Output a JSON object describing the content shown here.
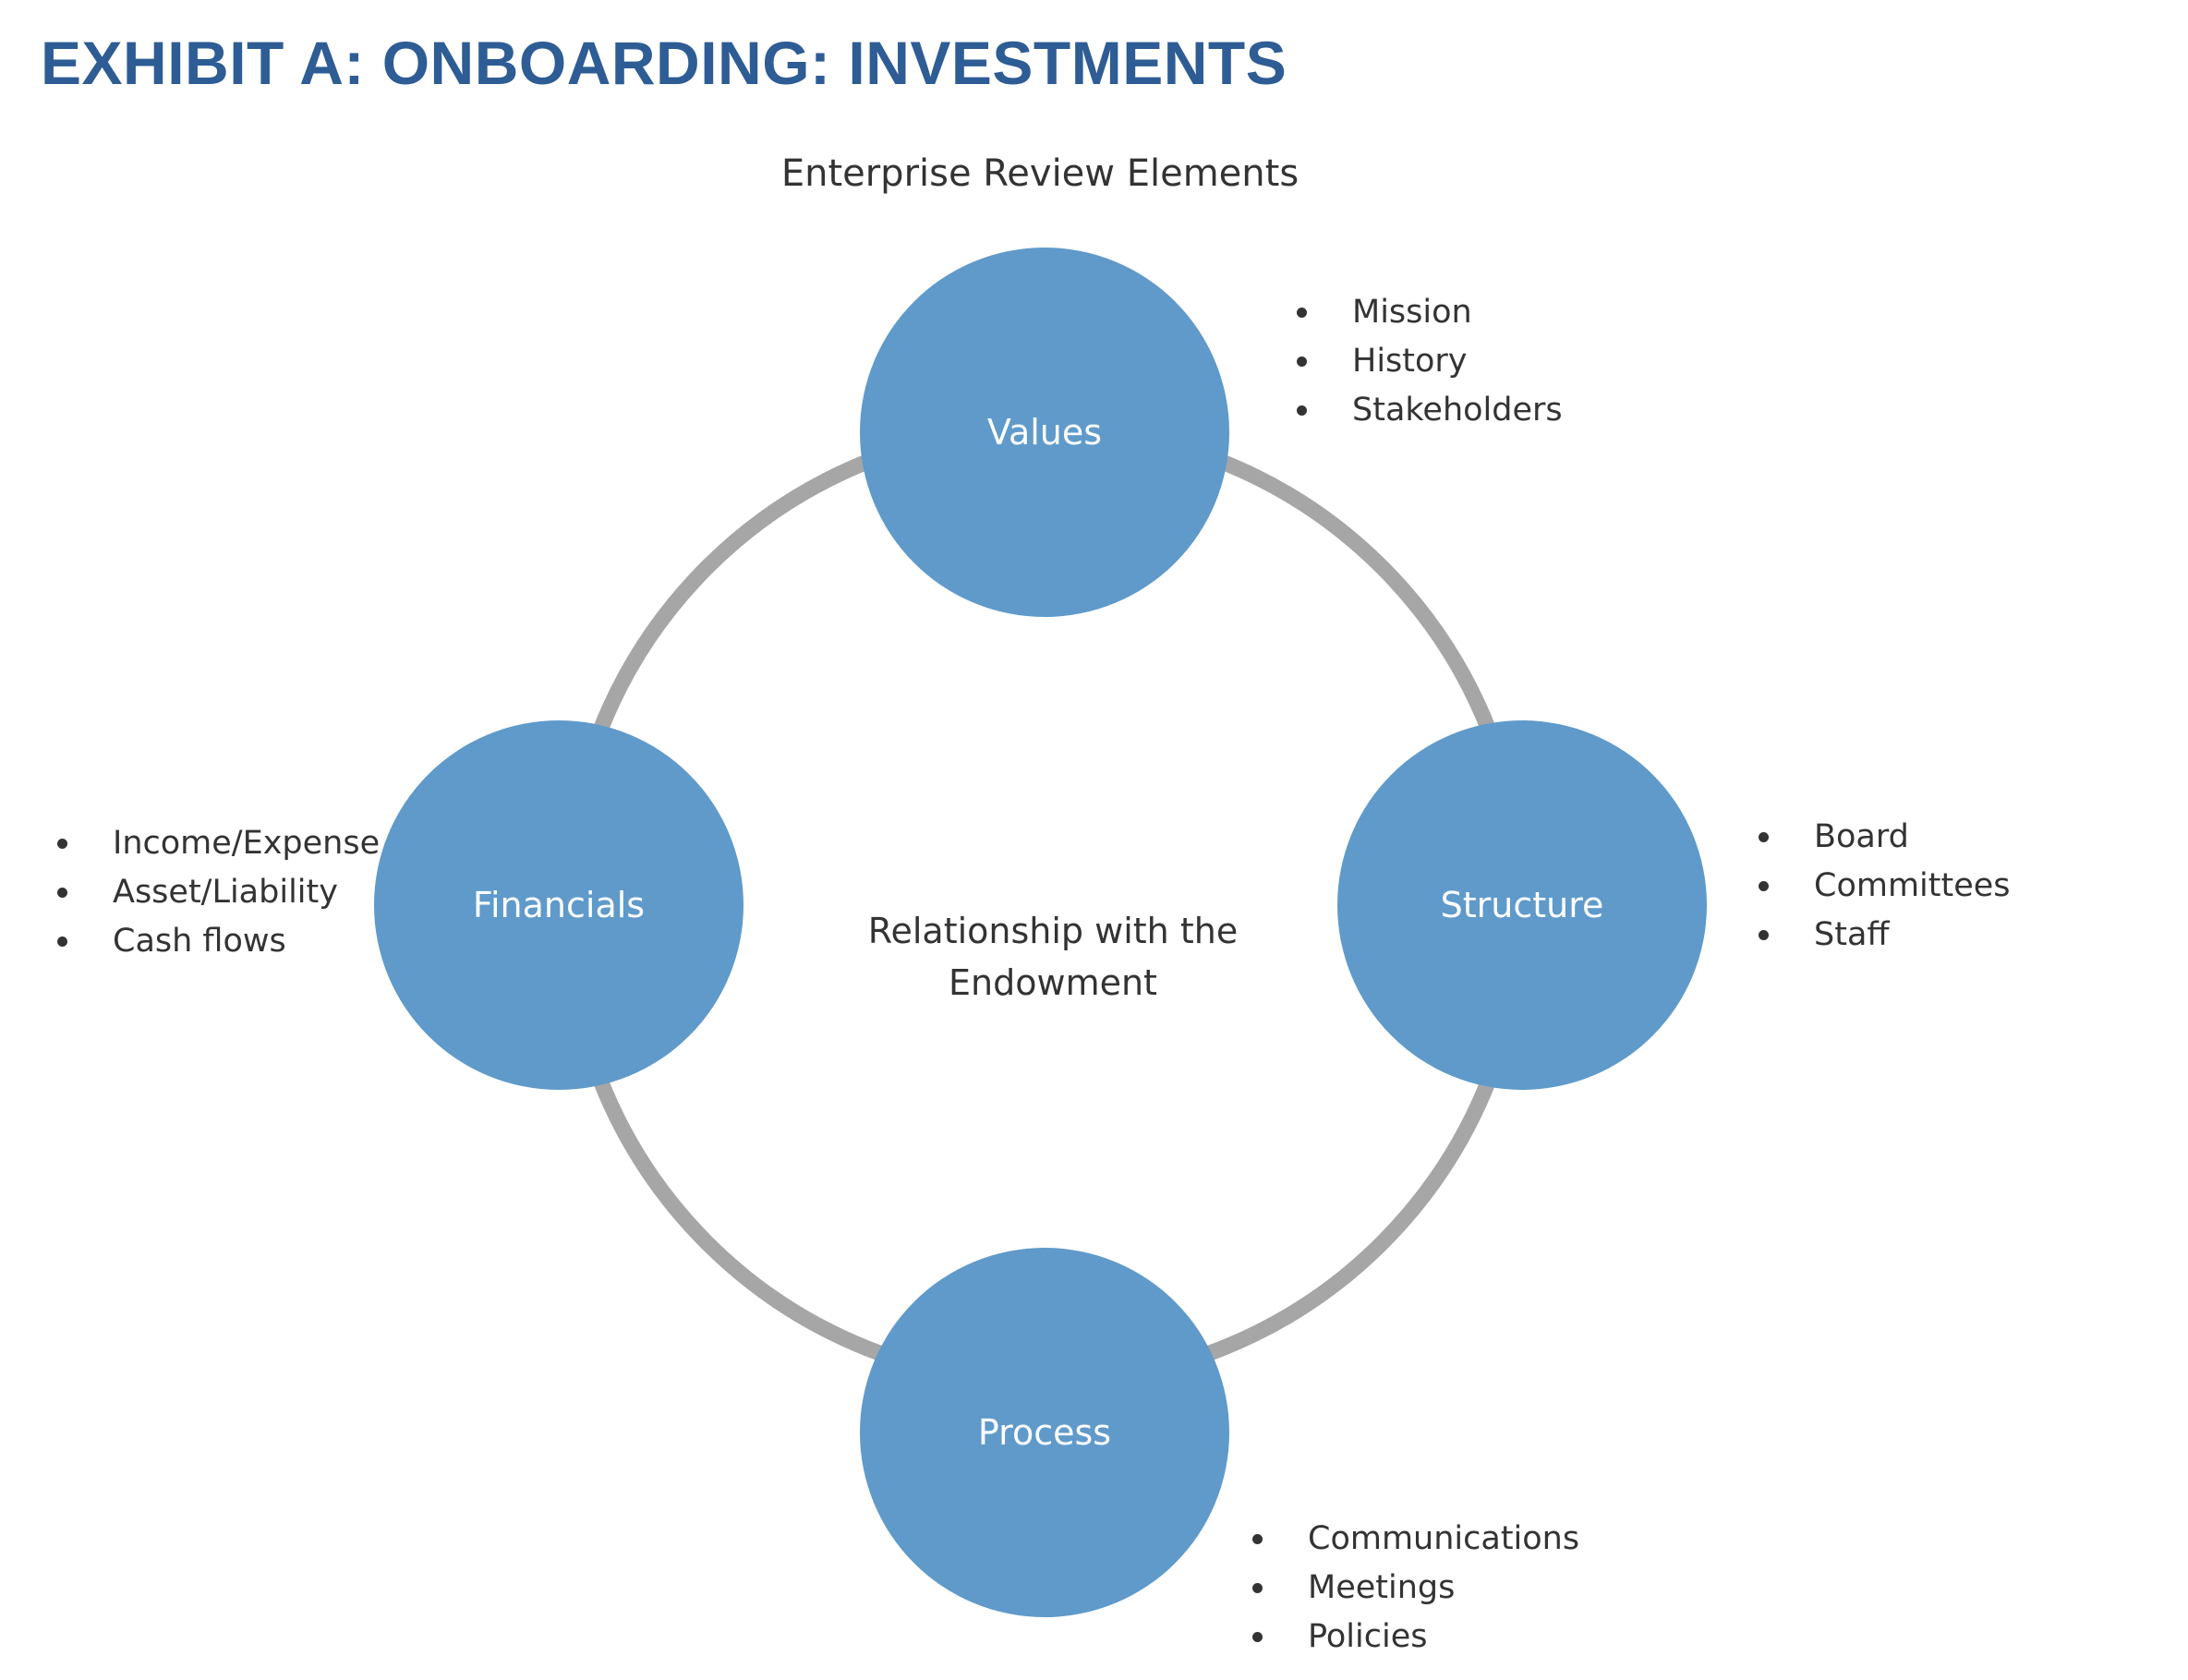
{
  "exhibit_title": "EXHIBIT A: ONBOARDING: INVESTMENTS",
  "diagram_title": "Enterprise Review Elements",
  "center_label_lines": [
    "Relationship with the",
    "Endowment"
  ],
  "colors": {
    "title": "#2E5C94",
    "node_fill": "#5F9ACA",
    "node_text": "#FFFFFF",
    "ring": "#A6A6A6",
    "body_text": "#333333"
  },
  "nodes": {
    "values": {
      "label": "Values",
      "items": [
        "Mission",
        "History",
        "Stakeholders"
      ]
    },
    "structure": {
      "label": "Structure",
      "items": [
        "Board",
        "Committees",
        "Staff"
      ]
    },
    "process": {
      "label": "Process",
      "items": [
        "Communications",
        "Meetings",
        "Policies"
      ]
    },
    "financials": {
      "label": "Financials",
      "items": [
        "Income/Expense",
        "Asset/Liability",
        "Cash flows"
      ]
    }
  }
}
